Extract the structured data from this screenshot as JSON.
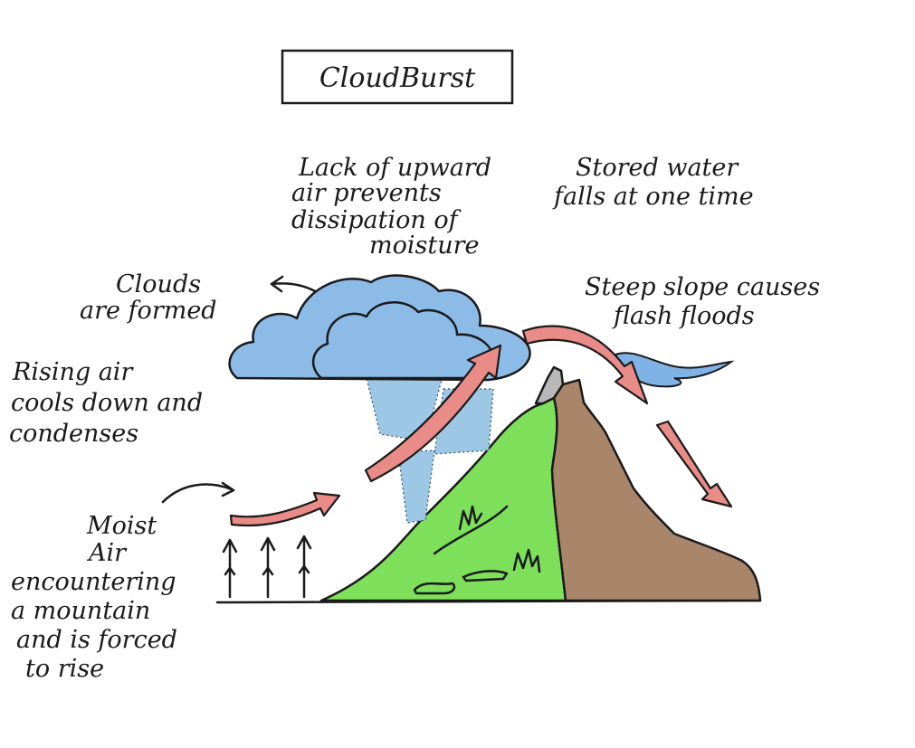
{
  "title": "CloudBurst",
  "labels": {
    "clouds_formed": [
      "Clouds",
      "are formed"
    ],
    "lack_of_upward_air": [
      "Lack of upward",
      "air prevents",
      "dissipation of",
      "moisture"
    ],
    "stored_water": [
      "Stored water",
      "falls at one time"
    ],
    "steep_slope": [
      "Steep slope causes",
      "flash floods"
    ],
    "rising_air": [
      "Rising air",
      "cools down and",
      "condenses"
    ],
    "moist_air": [
      "Moist",
      "Air",
      "encountering",
      "a mountain",
      "and is forced",
      "to rise"
    ]
  },
  "colors": {
    "cloud": "#8dbbe8",
    "cloud_outline": "#1a1a1a",
    "rain_drops": "#9cc8e6",
    "slope_green": "#7ee05a",
    "slope_brown": "#a9866a",
    "peak_gray": "#b8b8b8",
    "arrow_pink": "#e98b86",
    "flood_blue": "#7fb3e6",
    "ink": "#1a1a1a"
  }
}
